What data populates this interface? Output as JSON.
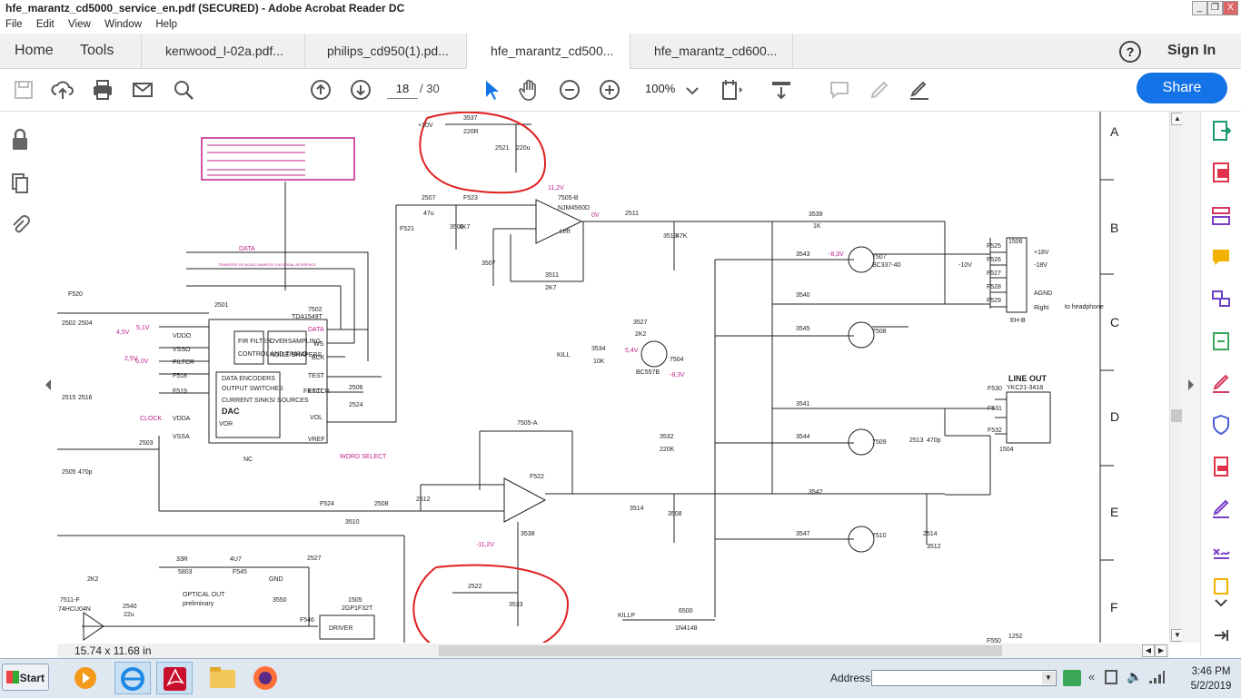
{
  "window": {
    "title": "hfe_marantz_cd5000_service_en.pdf (SECURED) - Adobe Acrobat Reader DC",
    "minimize": "_",
    "restore": "❐",
    "close": "X"
  },
  "menu": [
    "File",
    "Edit",
    "View",
    "Window",
    "Help"
  ],
  "nav": {
    "home": "Home",
    "tools": "Tools",
    "help": "?",
    "sign_in": "Sign In"
  },
  "tabs": [
    {
      "label": "kenwood_l-02a.pdf..."
    },
    {
      "label": "philips_cd950(1).pd..."
    },
    {
      "label": "hfe_marantz_cd500...",
      "active": true
    },
    {
      "label": "hfe_marantz_cd600..."
    }
  ],
  "toolbar": {
    "page_current": "18",
    "page_total": "/ 30",
    "zoom": "100%",
    "share": "Share"
  },
  "status": {
    "page_size": "15.74 x 11.68 in"
  },
  "schematic": {
    "rows": [
      "A",
      "B",
      "C",
      "D",
      "E",
      "F"
    ],
    "labels": [
      "+10V",
      "3537",
      "220R",
      "2521",
      "220u",
      "11,2V",
      "7505-B",
      "NJM4560D",
      "Left",
      "0V",
      "2507",
      "47u",
      "F523",
      "F521",
      "3509",
      "4K7",
      "3507",
      "3511",
      "2K7",
      "2511",
      "3513",
      "47K",
      "3539",
      "1K",
      "3543",
      "-8,3V",
      "7507",
      "BC337-40",
      "3540",
      "3545",
      "7508",
      "1506",
      "+18V",
      "-18V",
      "AGND",
      "Right",
      "EH-B",
      "to headphone",
      "F525",
      "F526",
      "F527",
      "F528",
      "F529",
      "-10V",
      "3527",
      "2K2",
      "5,4V",
      "7504",
      "BC557B",
      "3534",
      "10K",
      "KILL",
      "-8,3V",
      "LINE OUT",
      "YKC21-3418",
      "F530",
      "F531",
      "F532",
      "1504",
      "3541",
      "3544",
      "7509",
      "2513",
      "470p",
      "3532",
      "220K",
      "3542",
      "3547",
      "7510",
      "2514",
      "3512",
      "7505-A",
      "F522",
      "F524",
      "2508",
      "3510",
      "2512",
      "3514",
      "3508",
      "-11,2V",
      "3538",
      "2522",
      "3533",
      "33R",
      "5803",
      "4U7",
      "F545",
      "2527",
      "GND",
      "3550",
      "2K2",
      "7511-F",
      "74HCU04N",
      "2540",
      "22u",
      "OPTICAL OUT",
      "preliminary",
      "1505",
      "2GP1F32T",
      "F546",
      "DRIVER",
      "KILLP",
      "6500",
      "1N4148",
      "F550",
      "1252",
      "7502",
      "TDA1549T",
      "DATA",
      "WS",
      "BCK",
      "TEST",
      "FILTCL",
      "VOL",
      "VREF",
      "FILTCR",
      "FIR FILTER",
      "CONTROL AND TIMING",
      "OVERSAMPLING",
      "NOISE SHAPERS",
      "DATA ENCODERS",
      "OUTPUT SWITCHES",
      "CURRENT SINKS/ SOURCES",
      "DAC",
      "VOR",
      "NC",
      "VDDA",
      "VSSA",
      "VDDO",
      "VSSO",
      "FILTCR",
      "F518",
      "F519",
      "F520",
      "5,1V",
      "6,0V",
      "4,5V",
      "2,5V",
      "2501",
      "2503",
      "2502",
      "2504",
      "2515",
      "2516",
      "2505",
      "470p",
      "2506",
      "2524",
      "CLOCK",
      "WORD SELECT",
      "DATA",
      "TRANSFER OF AUDIO SAMPLES VIA SERIAL INTERFACE"
    ]
  },
  "taskbar": {
    "start": "Start",
    "address_label": "Address",
    "time": "3:46 PM",
    "date": "5/2/2019"
  },
  "colors": {
    "accent": "#1473e6",
    "annotation": "#e02020",
    "schematic_magenta": "#c0208a"
  }
}
